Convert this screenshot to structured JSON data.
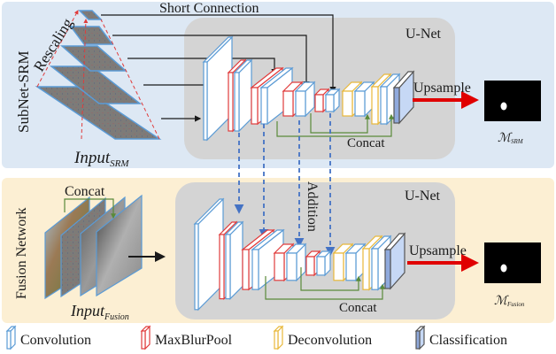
{
  "colors": {
    "top_panel_bg": "#dde8f4",
    "bottom_panel_bg": "#fcefd3",
    "unet_bg": "#d4d4d4",
    "convolution": "#5b9bd5",
    "maxblurpool": "#e03c3c",
    "deconvolution": "#e8b83a",
    "classification": "#8fa9dc",
    "short_connection": "#1a1a1a",
    "concat": "#5a8a3a",
    "addition": "#4472c4",
    "upsample_arrow": "#e00000",
    "rescaling": "#e03c3c"
  },
  "top": {
    "side_label": "SubNet-SRM",
    "short_connection_label": "Short Connection",
    "rescaling_label": "Rescaling",
    "input_label": "Input",
    "input_sub": "SRM",
    "unet_label": "U-Net",
    "concat_label": "Concat",
    "upsample_label": "Upsample",
    "output_label": "ℳ",
    "output_sub": "SRM"
  },
  "bottom": {
    "side_label": "Fusion Network",
    "concat_input_label": "Concat",
    "input_label": "Input",
    "input_sub": "Fusion",
    "unet_label": "U-Net",
    "addition_label": "Addition",
    "concat_label": "Concat",
    "upsample_label": "Upsample",
    "output_label": "ℳ",
    "output_sub": "Fusion"
  },
  "legend": [
    {
      "key": "convolution",
      "label": "Convolution"
    },
    {
      "key": "maxblurpool",
      "label": "MaxBlurPool"
    },
    {
      "key": "deconvolution",
      "label": "Deconvolution"
    },
    {
      "key": "classification",
      "label": "Classification"
    }
  ]
}
